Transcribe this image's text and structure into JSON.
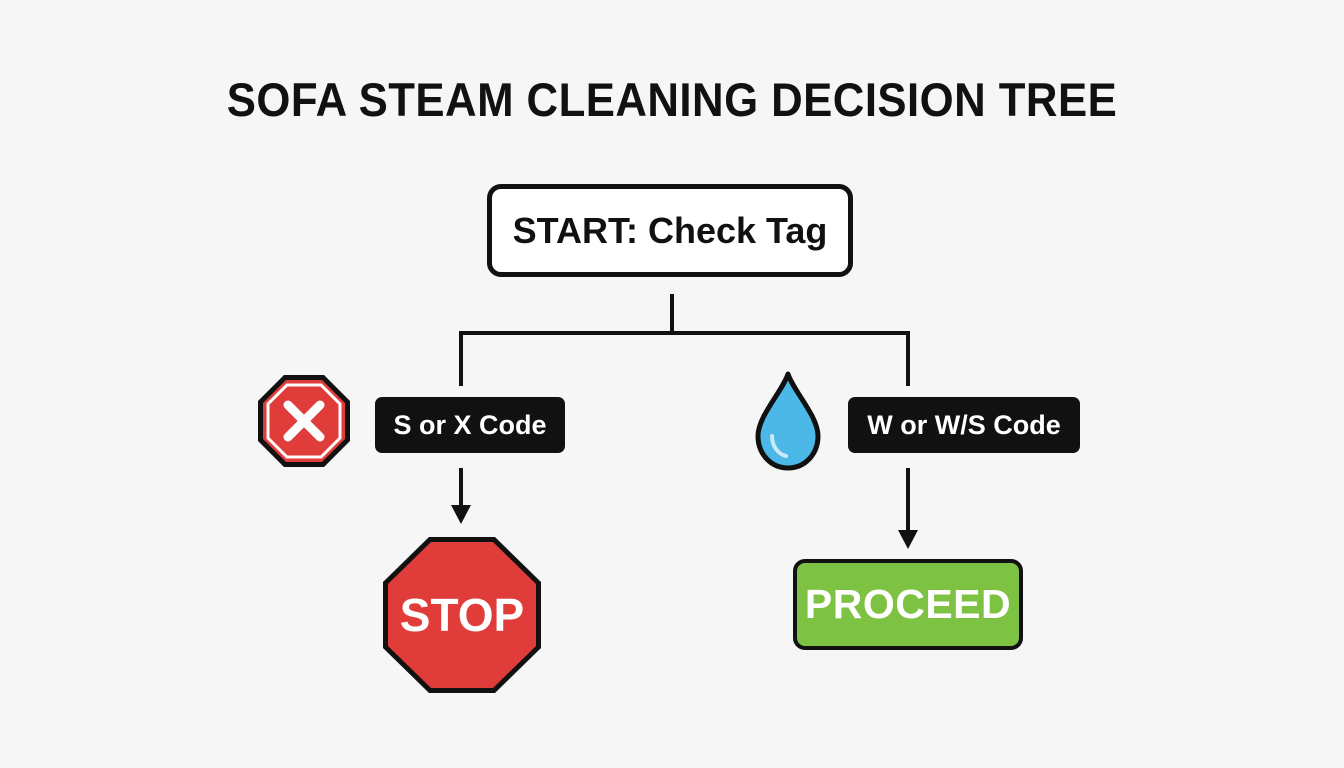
{
  "title": "SOFA STEAM CLEANING DECISION TREE",
  "start_node": {
    "label": "START: Check Tag"
  },
  "branches": {
    "left": {
      "label": "S or X Code",
      "icon": "x-octagon-icon",
      "outcome": {
        "label": "STOP",
        "color": "#e03c3a"
      }
    },
    "right": {
      "label": "W or W/S Code",
      "icon": "water-drop-icon",
      "outcome": {
        "label": "PROCEED",
        "color": "#7dc242"
      }
    }
  },
  "colors": {
    "ink": "#111111",
    "danger": "#e03c3a",
    "water": "#4cb8e8",
    "success": "#7dc242",
    "background": "#f6f6f6"
  }
}
